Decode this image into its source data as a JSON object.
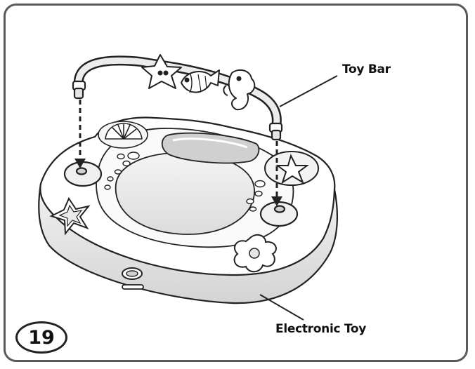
{
  "step": {
    "number": "19"
  },
  "labels": {
    "toy_bar": "Toy Bar",
    "electronic_toy": "Electronic Toy"
  },
  "colors": {
    "frame": "#5a5a5a",
    "line": "#222222",
    "shade_light": "#eeeeee",
    "shade_mid": "#d8d8d8",
    "shade_dark": "#c4c4c4"
  }
}
